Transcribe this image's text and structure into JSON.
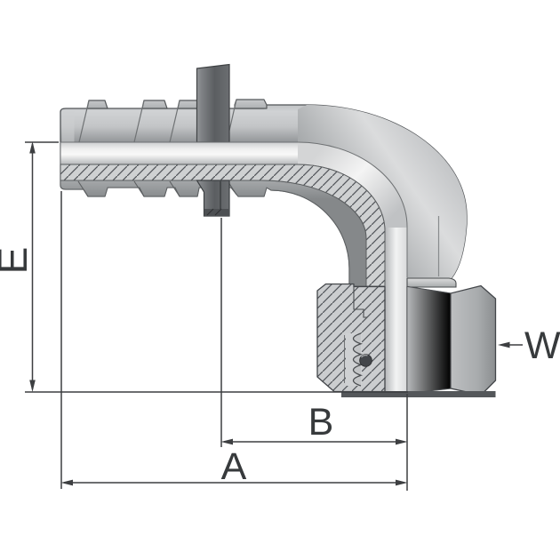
{
  "diagram": {
    "type": "technical-drawing",
    "subject": "90-degree elbow hose barb fitting with swivel nut, half-section view",
    "background_color": "#ffffff",
    "dimension_line_color": "#3d3f41",
    "label_color": "#373a3c",
    "dimensions": {
      "e": {
        "label": "E",
        "meaning": "vertical drop dimension (left side)"
      },
      "b": {
        "label": "B",
        "meaning": "collar to port centerline"
      },
      "a": {
        "label": "A",
        "meaning": "overall length to port centerline"
      },
      "w": {
        "label": "W",
        "meaning": "nut wrench flat size"
      }
    },
    "colors": {
      "body_metal": "#c2c4c6",
      "bore_highlight": "#f6f6f6",
      "collar": "#64676a",
      "hatch_line": "#54575a",
      "seat_face": "#54575a",
      "outline": "#515457"
    }
  }
}
